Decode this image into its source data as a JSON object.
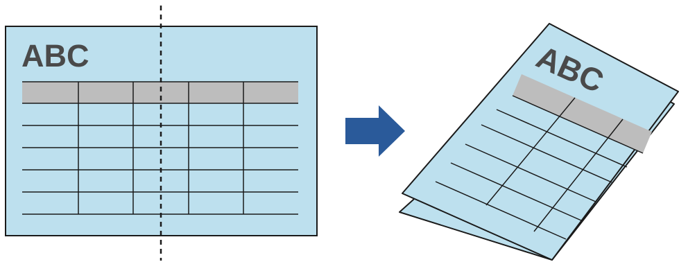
{
  "colors": {
    "paper": "#bde0ee",
    "header_row": "#bdbdbd",
    "ink": "#1a1a1a",
    "heading_text": "#4a4a4a",
    "arrow": "#2a5a9a",
    "background": "#ffffff"
  },
  "flat_sheet": {
    "heading": "ABC",
    "columns": 5,
    "body_rows": 5,
    "fold_line_style": "dashed"
  },
  "folded_sheet": {
    "heading": "ABC",
    "layers": 2
  },
  "arrow": {
    "direction": "right",
    "icon": "arrow-right-icon"
  }
}
